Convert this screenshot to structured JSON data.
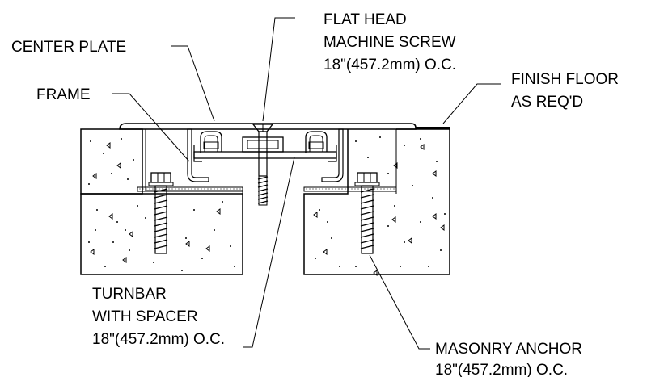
{
  "labels": {
    "center_plate": "CENTER PLATE",
    "frame": "FRAME",
    "flat_head_1": "FLAT HEAD",
    "flat_head_2": "MACHINE SCREW",
    "flat_head_3": "18\"(457.2mm) O.C.",
    "finish_floor_1": "FINISH FLOOR",
    "finish_floor_2": "AS REQ'D",
    "turnbar_1": "TURNBAR",
    "turnbar_2": "WITH SPACER",
    "turnbar_3": "18\"(457.2mm) O.C.",
    "anchor_1": "MASONRY ANCHOR",
    "anchor_2": "18\"(457.2mm) O.C."
  },
  "colors": {
    "line": "#000000",
    "background": "#ffffff"
  }
}
